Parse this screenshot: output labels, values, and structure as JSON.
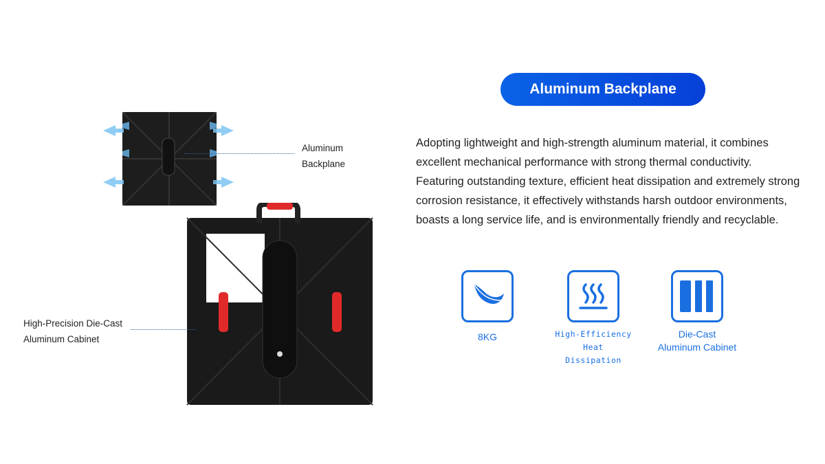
{
  "heading": "Aluminum Backplane",
  "description": "Adopting lightweight and high-strength aluminum material, it combines excellent mechanical performance with strong thermal conductivity. Featuring outstanding texture, efficient heat dissipation and extremely strong corrosion resistance, it effectively withstands harsh outdoor environments, boasts a long service life, and is environmentally friendly and recyclable.",
  "callouts": {
    "backplane": [
      "Aluminum",
      "Backplane"
    ],
    "cabinet": [
      "High-Precision Die-Cast",
      "Aluminum Cabinet"
    ]
  },
  "features": [
    {
      "icon": "feather-icon",
      "label": [
        "8KG"
      ]
    },
    {
      "icon": "heat-icon",
      "label": [
        "High-Efficiency",
        "Heat Dissipation"
      ]
    },
    {
      "icon": "cabinet-icon",
      "label": [
        "Die-Cast",
        "Aluminum Cabinet"
      ]
    }
  ],
  "colors": {
    "accent": "#1a6fe0",
    "pill": "#0a55e0"
  }
}
